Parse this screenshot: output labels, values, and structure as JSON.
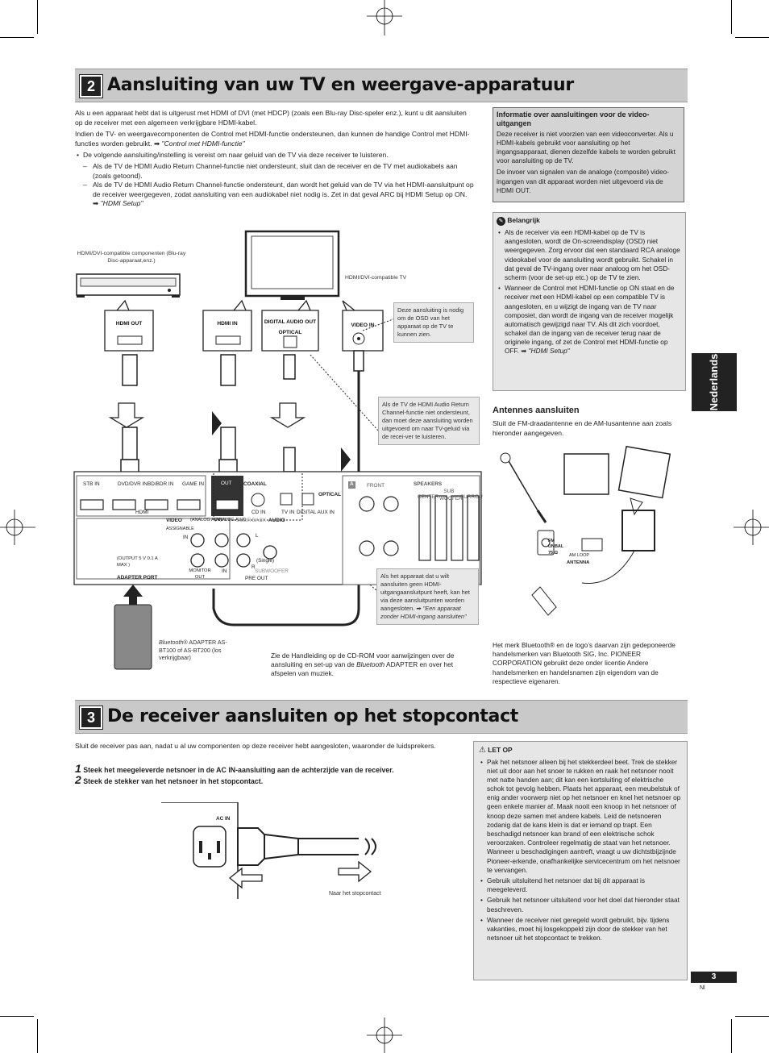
{
  "section2": {
    "number": "2",
    "title": "Aansluiting van uw TV en weergave-apparatuur",
    "intro1": "Als u een apparaat hebt dat is uitgerust met HDMI of DVI (met HDCP) (zoals een Blu-ray Disc-speler enz.), kunt u dit aansluiten op de receiver met een algemeen verkrijgbare HDMI-kabel.",
    "intro2": "Indien de TV- en weergavecomponenten de Control met HDMI-functie ondersteunen, dan kunnen de handige Control met HDMI-functies worden gebruikt.",
    "intro2_ref": "\"Control met HDMI-functie\"",
    "bullet1": "De volgende aansluiting/instelling is vereist om naar geluid van de TV via deze receiver te luisteren.",
    "dash1": "Als de TV de HDMI Audio Return Channel-functie niet ondersteunt, sluit dan de receiver en de TV met audiokabels aan (zoals getoond).",
    "dash2": "Als de TV de HDMI Audio Return Channel-functie ondersteunt, dan wordt het geluid van de TV via het HDMI-aansluitpunt op de receiver weergegeven, zodat aansluiting van een audiokabel niet nodig is. Zet in dat geval ARC bij HDMI Setup op ON.",
    "dash2_ref": "\"HDMI Setup\""
  },
  "info_box": {
    "title": "Informatie over aansluitingen voor de video-uitgangen",
    "p1": "Deze receiver is niet voorzien van een videoconverter. Als u HDMI-kabels gebruikt voor aansluiting op het ingangsapparaat, dienen dezelfde kabels te worden gebruikt voor aansluiting op de TV.",
    "p2": "De invoer van signalen van de analoge (composite) video-ingangen van dit apparaat worden niet uitgevoerd via de HDMI OUT."
  },
  "important_box": {
    "title": "Belangrijk",
    "bullet1": "Als de receiver via een HDMI-kabel op de TV is aangesloten, wordt de On-screendisplay (OSD) niet weergegeven. Zorg ervoor dat een standaard RCA analoge videokabel voor de aansluiting wordt gebruikt. Schakel in dat geval de TV-ingang over naar analoog om het OSD-scherm (voor de set-up etc.) op de TV te zien.",
    "bullet2": "Wanneer de Control met HDMI-functie op ON staat en de receiver met een HDMI-kabel op een compatible TV is aangesloten, en u wijzigt de ingang van de TV naar composiet, dan wordt de ingang van de receiver mogelijk automatisch gewijzigd naar TV. Als dit zich voordoet, schakel dan de ingang van de receiver terug naar de originele ingang, of zet de Control met HDMI-functie op OFF.",
    "bullet2_ref": "\"HDMI Setup\""
  },
  "side_tab": "Nederlands",
  "diagram": {
    "hdmi_components_label": "HDMI/DVI-compatible componenten (Blu-ray Disc-apparaat,enz.)",
    "tv_label": "HDMI/DVI-compatible TV",
    "hdmi_out": "HDMI OUT",
    "hdmi_in": "HDMI IN",
    "digital_audio_out": "DIGITAL AUDIO OUT",
    "optical": "OPTICAL",
    "video_in": "VIDEO IN",
    "note_osd": "Deze aansluiting is nodig om de OSD van het apparaat op de TV te kunnen zien.",
    "note_arc": "Als de TV de HDMI Audio Return Channel-functie niet ondersteunt, dan moet deze aansluiting worden uitgevoerd om naar TV-geluid via de recei-ver te luisteren.",
    "note_no_hdmi": "Als het apparaat dat u wilt aansluiten geen HDMI-uitgangaansluitpunt heeft, kan het via deze aansluitpunten worden aangesloten.",
    "note_no_hdmi_ref": "\"Een apparaat zonder HDMI-ingang aansluiten\"",
    "rear": {
      "stb_in": "STB IN",
      "dvd_in": "DVD/DVR IN",
      "bd_in": "BD/BDR IN",
      "game_in": "GAME IN",
      "out": "OUT",
      "hdmi": "HDMI",
      "coaxial": "COAXIAL",
      "optical": "OPTICAL",
      "cd_in": "CD IN",
      "tv_in": "TV IN",
      "digital_aux_in": "DIGITAL AUX IN",
      "video": "VIDEO",
      "assignable": "ASSIGNABLE",
      "analog_aux1": "(ANALOG AUX)",
      "analog_aux2": "(ANALOG AUX)",
      "audio": "AUDIO",
      "in": "IN",
      "in2": "IN",
      "surr_back": "SURR BACK",
      "single": "(Single)",
      "monitor_out": "MONITOR OUT",
      "subwoofer": "SUBWOOFER",
      "pre_out": "PRE OUT",
      "l": "L",
      "r": "R",
      "output": "(OUTPUT 5 V 0.1 A MAX )",
      "adapter_port": "ADAPTER PORT",
      "front": "FRONT",
      "speakers": "SPEAKERS",
      "center": "CENTER",
      "sub_woofer": "SUB WOOFER",
      "surround": "SURROU",
      "letter_a": "A"
    },
    "adapter_caption_1": "Bluetooth",
    "adapter_caption_2": "® ADAPTER AS-BT100 of AS-BT200 (los verkrijgbaar)",
    "manual_note_1": "Zie de Handleiding op de CD-ROM voor aanwijzingen over de aansluiting en set-up van de",
    "manual_note_2": "Bluetooth",
    "manual_note_3": "ADAPTER en over het afspelen van muziek."
  },
  "antennas": {
    "title": "Antennes aansluiten",
    "text": "Sluit de FM-draadantenne en de AM-lusantenne aan zoals hieronder aangegeven.",
    "fm_label": "FM UNBAL 75 Ω",
    "am_loop": "AM LOOP",
    "antenna": "ANTENNA",
    "trademark": "Het merk Bluetooth® en de logo’s daarvan zijn gedeponeerde handelsmerken van Bluetooth SIG, Inc. PIONEER CORPORATION gebruikt deze onder licentie Andere handelsmerken en handelsnamen zijn eigendom van de respectieve eigenaren."
  },
  "section3": {
    "number": "3",
    "title": "De receiver aansluiten op het stopcontact",
    "intro": "Sluit de receiver pas aan, nadat u al uw componenten op deze receiver hebt aangesloten, waaronder de luidsprekers.",
    "step1_num": "1",
    "step1": "Steek het meegeleverde netsnoer in de AC IN-aansluiting aan de achterzijde van de receiver.",
    "step2_num": "2",
    "step2": "Steek de stekker van het netsnoer in het stopcontact.",
    "ac_in": "AC IN",
    "outlet_label": "Naar het stopcontact"
  },
  "caution": {
    "title": "LET OP",
    "b1": "Pak het netsnoer alleen bij het stekkerdeel beet. Trek de stekker niet uit door aan het snoer te rukken en raak het netsnoer nooit met natte handen aan; dit kan een kortsluiting of elektrische schok tot gevolg hebben. Plaats het apparaat, een meubelstuk of enig ander voorwerp niet op het netsnoer en knel het netsnoer op geen enkele manier af. Maak nooit een knoop in het netsnoer of knoop deze samen met andere kabels. Leid de netsnoeren zodanig dat de kans klein is dat er iemand op trapt. Een beschadigd netsnoer kan brand of een elektrische schok veroorzaken. Controleer regelmatig de staat van het netsnoer. Wanneer u beschadigingen aantreft, vraagt u uw dichtstbijzijnde Pioneer-erkende, onafhankelijke servicecentrum om het netsnoer te vervangen.",
    "b2": "Gebruik uitsluitend het netsnoer dat bij dit apparaat is meegeleverd.",
    "b3": "Gebruik het netsnoer uitsluitend voor het doel dat hieronder staat beschreven.",
    "b4": "Wanneer de receiver niet geregeld wordt gebruikt, bijv. tijdens vakanties, moet hij losgekoppeld zijn door de stekker van het netsnoer uit het stopcontact te trekken."
  },
  "footer": {
    "page": "3",
    "lang": "Nl"
  }
}
